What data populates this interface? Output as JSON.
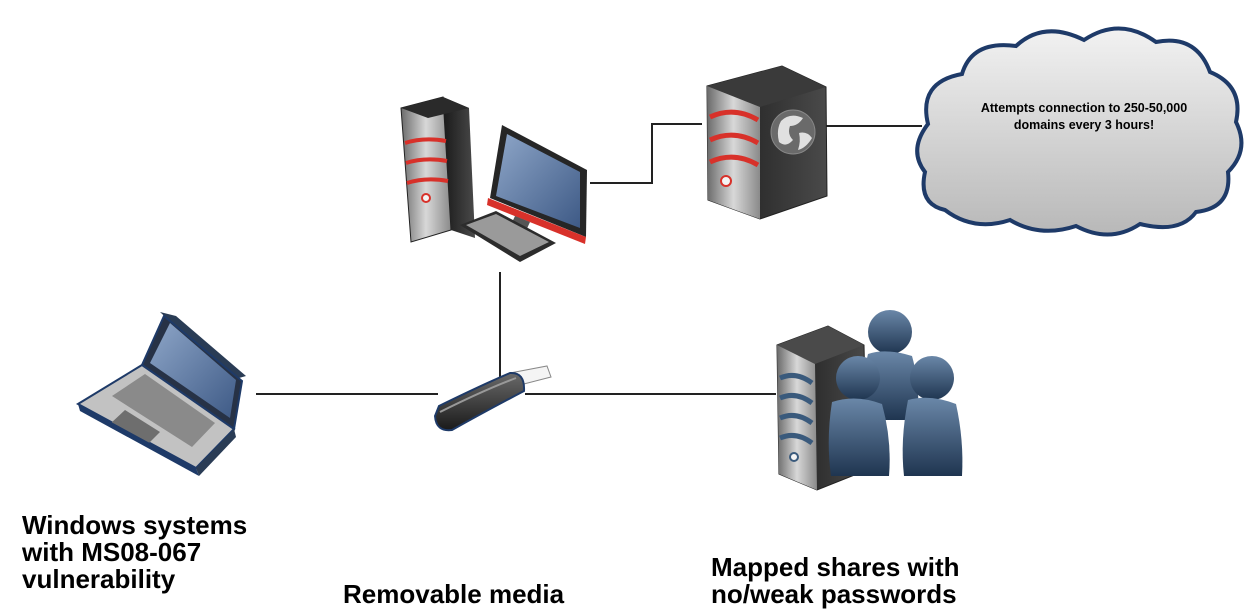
{
  "cloud": {
    "line1": "Attempts connection to 250-50,000",
    "line2": "domains every 3 hours!"
  },
  "labels": {
    "windows": [
      "Windows systems",
      "with MS08-067",
      "vulnerability"
    ],
    "media": "Removable media",
    "shares": [
      "Mapped shares with",
      "no/weak passwords"
    ]
  },
  "colors": {
    "accent_red": "#d8312a",
    "cloud_border": "#1e3a68",
    "user_blue": "#3a5a7c",
    "line": "#222222"
  },
  "icons": [
    "desktop-computer-icon",
    "web-server-icon",
    "internet-cloud-icon",
    "laptop-icon",
    "usb-drive-icon",
    "file-server-icon",
    "users-icon"
  ]
}
